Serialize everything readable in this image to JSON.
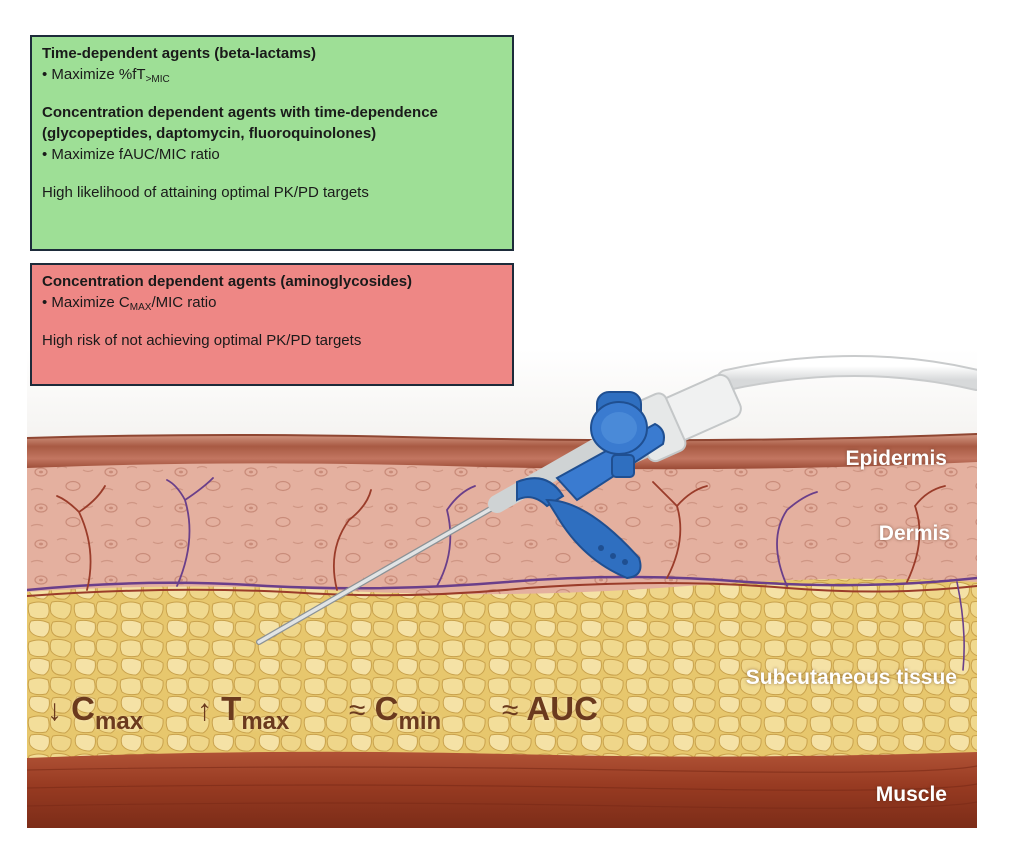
{
  "panel_green": {
    "heading1": "Time-dependent agents (beta-lactams)",
    "bullet1_pre": "• Maximize %fT",
    "bullet1_sub": ">MIC",
    "heading2_line1": "Concentration dependent agents with time-dependence",
    "heading2_line2": "(glycopeptides, daptomycin, fluoroquinolones)",
    "bullet2": "• Maximize fAUC/MIC ratio",
    "note": "High likelihood of attaining optimal PK/PD targets",
    "color": "#9edf96"
  },
  "panel_red": {
    "heading": "Concentration dependent agents (aminoglycosides)",
    "bullet_pre": "• Maximize C",
    "bullet_sub": "MAX",
    "bullet_post": "/MIC ratio",
    "note": "High risk of not achieving optimal PK/PD targets",
    "color": "#ee8785"
  },
  "layers": {
    "epidermis": "Epidermis",
    "dermis": "Dermis",
    "subcutaneous": "Subcutaneous tissue",
    "muscle": "Muscle"
  },
  "pk_params": {
    "cmax": {
      "arrow": "↓",
      "main": "C",
      "sub": "max"
    },
    "tmax": {
      "arrow": "↑",
      "main": "T",
      "sub": "max"
    },
    "cmin": {
      "arrow": "≈",
      "main": "C",
      "sub": "min"
    },
    "auc": {
      "arrow": "≈",
      "main": "AUC"
    }
  },
  "colors": {
    "epidermis": "#b8695a",
    "dermis": "#e5b3a4",
    "fat": "#ecd07a",
    "muscle": "#9c3f26",
    "vessel": "#6a3f8a",
    "catheter": "#2f6fc0"
  },
  "icons": {
    "catheter": "iv-butterfly-catheter-icon"
  }
}
